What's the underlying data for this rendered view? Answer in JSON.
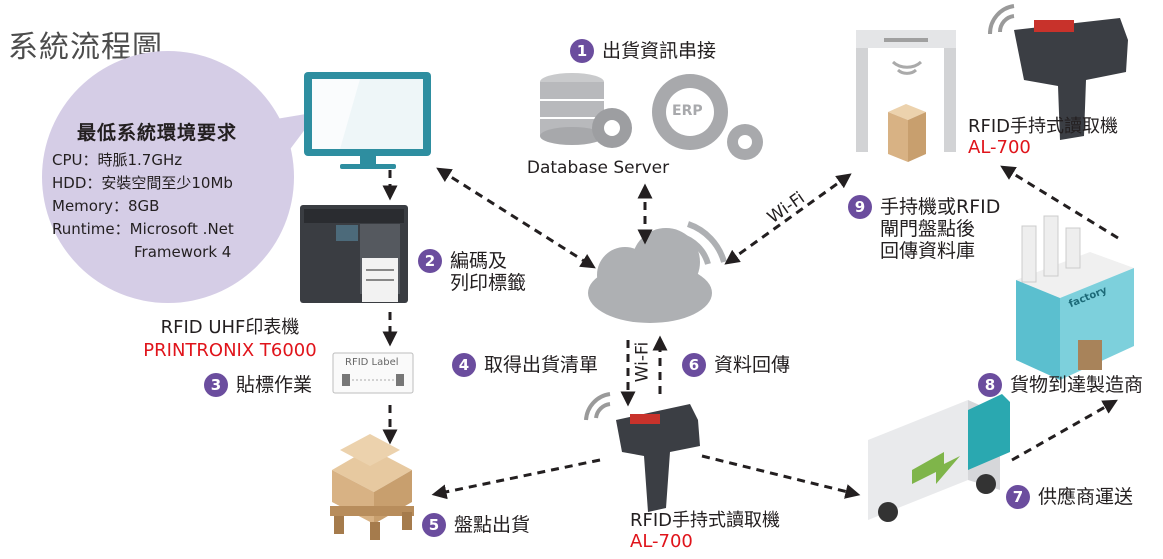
{
  "title": "系統流程圖",
  "requirements": {
    "heading": "最低系統環境要求",
    "lines": [
      "CPU：時脈1.7GHz",
      "HDD：安裝空間至少10Mb",
      "Memory：8GB",
      "Runtime：Microsoft .Net",
      "Framework 4"
    ]
  },
  "steps": [
    {
      "num": "1",
      "text": "出貨資訊串接"
    },
    {
      "num": "2",
      "text": "編碼及\n列印標籤"
    },
    {
      "num": "3",
      "text": "貼標作業"
    },
    {
      "num": "4",
      "text": "取得出貨清單"
    },
    {
      "num": "5",
      "text": "盤點出貨"
    },
    {
      "num": "6",
      "text": "資料回傳"
    },
    {
      "num": "7",
      "text": "供應商運送"
    },
    {
      "num": "8",
      "text": "貨物到達製造商"
    },
    {
      "num": "9",
      "text": "手持機或RFID\n閘門盤點後\n回傳資料庫"
    }
  ],
  "labels": {
    "database_server": "Database Server",
    "erp": "ERP",
    "printer_name": "RFID UHF印表機",
    "printer_model": "PRINTRONIX T6000",
    "rfid_label": "RFID Label",
    "handheld_name": "RFID手持式讀取機",
    "handheld_model": "AL-700",
    "factory_sign": "factory",
    "wifi": "Wi-Fi"
  },
  "colors": {
    "badge": "#6b4d9e",
    "model_red": "#e0141b",
    "bubble": "#d5cde6"
  }
}
